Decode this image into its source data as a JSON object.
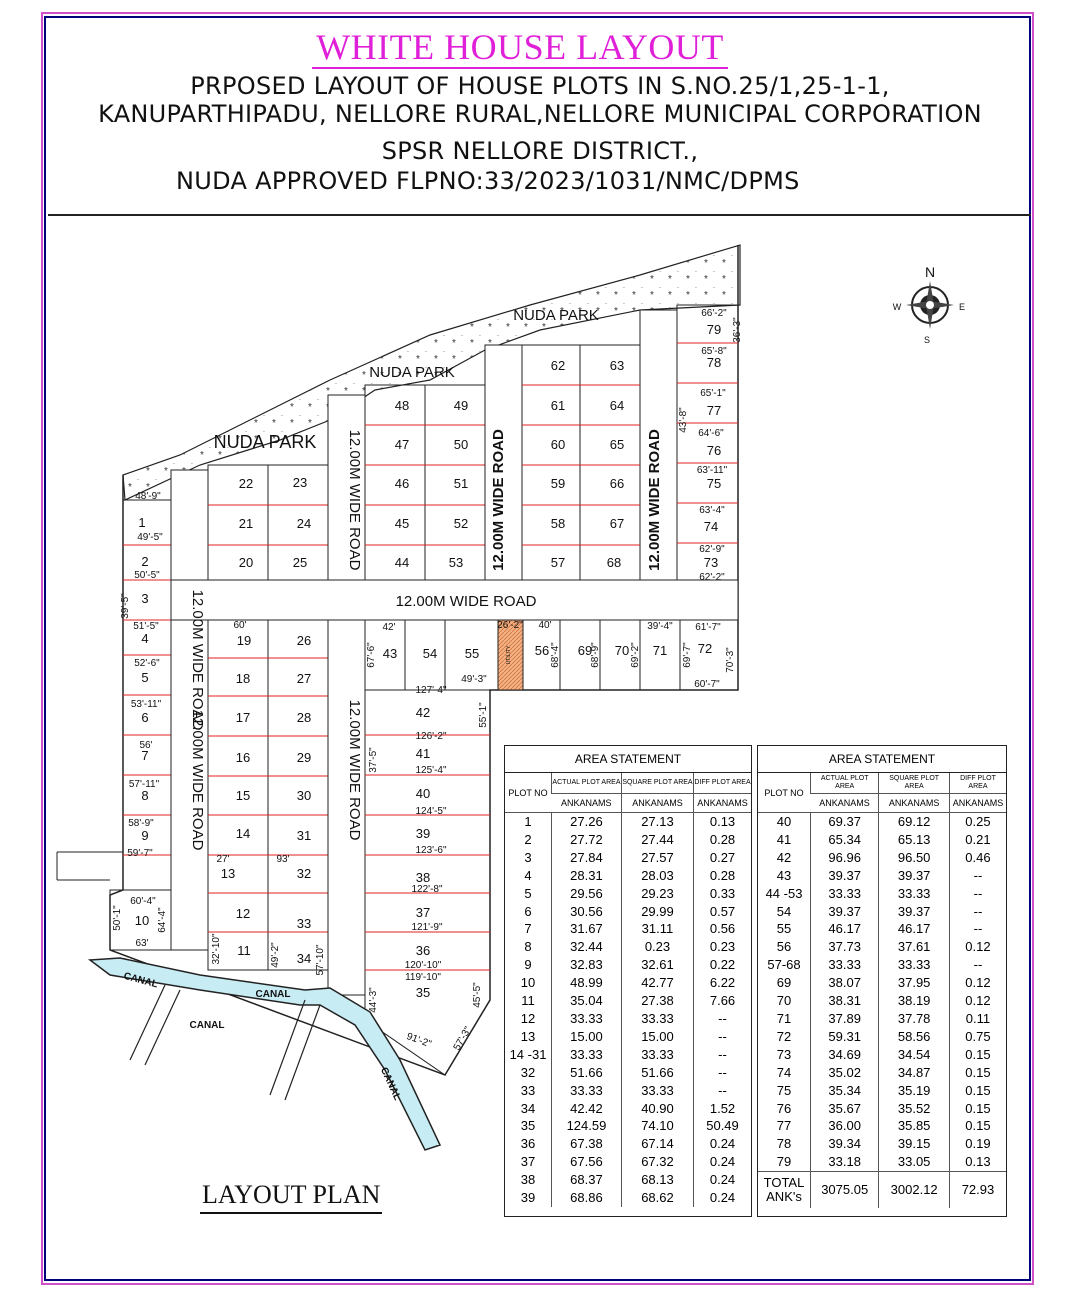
{
  "header": {
    "title": "WHITE HOUSE LAYOUT",
    "line1": "PRPOSED LAYOUT OF HOUSE PLOTS IN S.NO.25/1,25-1-1,",
    "line2": "KANUPARTHIPADU, NELLORE RURAL,NELLORE MUNICIPAL CORPORATION",
    "line3": "SPSR NELLORE DISTRICT.,",
    "line4": "NUDA APPROVED FLPNO:33/2023/1031/NMC/DPMS"
  },
  "plan": {
    "park_labels": [
      "NUDA PARK",
      "NUDA PARK",
      "NUDA PARK"
    ],
    "road_labels": [
      "12.00M WIDE ROAD",
      "12.00M WIDE ROAD",
      "12.00M WIDE ROAD",
      "12.00M WIDE ROAD",
      "12.00M WIDE ROAD",
      "12.00M WIDE ROAD"
    ],
    "canal_labels": [
      "CANAL",
      "CANAL",
      "CANAL",
      "CANAL"
    ],
    "compass": {
      "n": "N",
      "e": "E",
      "s": "S",
      "w": "W"
    },
    "plot_numbers": [
      "1",
      "2",
      "3",
      "4",
      "5",
      "6",
      "7",
      "8",
      "9",
      "10",
      "11",
      "12",
      "13",
      "14",
      "15",
      "16",
      "17",
      "18",
      "19",
      "20",
      "21",
      "22",
      "23",
      "24",
      "25",
      "26",
      "27",
      "28",
      "29",
      "30",
      "31",
      "32",
      "33",
      "34",
      "35",
      "36",
      "37",
      "38",
      "39",
      "40",
      "41",
      "42",
      "43",
      "44",
      "45",
      "46",
      "47",
      "48",
      "49",
      "50",
      "51",
      "52",
      "53",
      "54",
      "55",
      "56",
      "57",
      "58",
      "59",
      "60",
      "61",
      "62",
      "63",
      "64",
      "65",
      "66",
      "67",
      "68",
      "69",
      "70",
      "71",
      "72",
      "73",
      "74",
      "75",
      "76",
      "77",
      "78",
      "79"
    ],
    "dim_labels": [
      "48'-9\"",
      "49'-5\"",
      "50'-5\"",
      "39'-5\"",
      "51'-5\"",
      "52'-6\"",
      "53'-11\"",
      "56'",
      "57'-11\"",
      "58'-9\"",
      "59'-7\"",
      "60'-4\"",
      "63'",
      "64'-4\"",
      "50'-1\"",
      "127'-4\"",
      "126'-2\"",
      "125'-4\"",
      "124'-5\"",
      "123'-6\"",
      "122'-8\"",
      "121'-9\"",
      "120'-10\"",
      "119'-10\"",
      "91'-2\"",
      "57'-3\"",
      "55'-1\"",
      "37'-5\"",
      "45'-5\"",
      "44'-3\"",
      "66'-2\"",
      "65'-8\"",
      "65'-1\"",
      "64'-6\"",
      "63'-11\"",
      "63'-4\"",
      "62'-9\"",
      "62'-2\"",
      "61'-7\"",
      "60'-7\"",
      "70'-3\"",
      "69'-7\"",
      "69'-2\"",
      "68'-9\"",
      "68'-4\"",
      "67'-6\"",
      "49'-3\"",
      "39'-4\"",
      "26'-2\"",
      "42'",
      "40'",
      "60'",
      "27'",
      "93'",
      "32'-10\"",
      "49'-2\"",
      "57'-10\"",
      "43'-8\"",
      "36'-3\""
    ],
    "utility_label": "UTILITY"
  },
  "area_statement_left": {
    "caption": "AREA STATEMENT",
    "headers": [
      "PLOT NO",
      "ACTUAL PLOT AREA",
      "SQUARE PLOT AREA",
      "DIFF PLOT AREA"
    ],
    "units": [
      "ANKANAMS",
      "ANKANAMS",
      "ANKANAMS"
    ],
    "rows": [
      [
        "1",
        "27.26",
        "27.13",
        "0.13"
      ],
      [
        "2",
        "27.72",
        "27.44",
        "0.28"
      ],
      [
        "3",
        "27.84",
        "27.57",
        "0.27"
      ],
      [
        "4",
        "28.31",
        "28.03",
        "0.28"
      ],
      [
        "5",
        "29.56",
        "29.23",
        "0.33"
      ],
      [
        "6",
        "30.56",
        "29.99",
        "0.57"
      ],
      [
        "7",
        "31.67",
        "31.11",
        "0.56"
      ],
      [
        "8",
        "32.44",
        "0.23",
        "0.23"
      ],
      [
        "9",
        "32.83",
        "32.61",
        "0.22"
      ],
      [
        "10",
        "48.99",
        "42.77",
        "6.22"
      ],
      [
        "11",
        "35.04",
        "27.38",
        "7.66"
      ],
      [
        "12",
        "33.33",
        "33.33",
        "--"
      ],
      [
        "13",
        "15.00",
        "15.00",
        "--"
      ],
      [
        "14 -31",
        "33.33",
        "33.33",
        "--"
      ],
      [
        "32",
        "51.66",
        "51.66",
        "--"
      ],
      [
        "33",
        "33.33",
        "33.33",
        "--"
      ],
      [
        "34",
        "42.42",
        "40.90",
        "1.52"
      ],
      [
        "35",
        "124.59",
        "74.10",
        "50.49"
      ],
      [
        "36",
        "67.38",
        "67.14",
        "0.24"
      ],
      [
        "37",
        "67.56",
        "67.32",
        "0.24"
      ],
      [
        "38",
        "68.37",
        "68.13",
        "0.24"
      ],
      [
        "39",
        "68.86",
        "68.62",
        "0.24"
      ]
    ]
  },
  "area_statement_right": {
    "caption": "AREA STATEMENT",
    "headers": [
      "PLOT NO",
      "ACTUAL PLOT AREA",
      "SQUARE PLOT AREA",
      "DIFF PLOT AREA"
    ],
    "units": [
      "ANKANAMS",
      "ANKANAMS",
      "ANKANAMS"
    ],
    "rows": [
      [
        "40",
        "69.37",
        "69.12",
        "0.25"
      ],
      [
        "41",
        "65.34",
        "65.13",
        "0.21"
      ],
      [
        "42",
        "96.96",
        "96.50",
        "0.46"
      ],
      [
        "43",
        "39.37",
        "39.37",
        "--"
      ],
      [
        "44 -53",
        "33.33",
        "33.33",
        "--"
      ],
      [
        "54",
        "39.37",
        "39.37",
        "--"
      ],
      [
        "55",
        "46.17",
        "46.17",
        "--"
      ],
      [
        "56",
        "37.73",
        "37.61",
        "0.12"
      ],
      [
        "57-68",
        "33.33",
        "33.33",
        "--"
      ],
      [
        "69",
        "38.07",
        "37.95",
        "0.12"
      ],
      [
        "70",
        "38.31",
        "38.19",
        "0.12"
      ],
      [
        "71",
        "37.89",
        "37.78",
        "0.11"
      ],
      [
        "72",
        "59.31",
        "58.56",
        "0.75"
      ],
      [
        "73",
        "34.69",
        "34.54",
        "0.15"
      ],
      [
        "74",
        "35.02",
        "34.87",
        "0.15"
      ],
      [
        "75",
        "35.34",
        "35.19",
        "0.15"
      ],
      [
        "76",
        "35.67",
        "35.52",
        "0.15"
      ],
      [
        "77",
        "36.00",
        "35.85",
        "0.15"
      ],
      [
        "78",
        "39.34",
        "39.15",
        "0.19"
      ],
      [
        "79",
        "33.18",
        "33.05",
        "0.13"
      ]
    ],
    "total": {
      "label": "TOTAL ANK's",
      "actual": "3075.05",
      "square": "3002.12",
      "diff": "72.93"
    }
  },
  "footer": {
    "layout_plan": "LAYOUT PLAN"
  },
  "colors": {
    "frame_outer": "#d050c8",
    "frame_inner": "#00007a",
    "title": "#e01fd8",
    "plot_line": "#e02020",
    "canal": "#c8ecf4",
    "utility": "#f0a070"
  }
}
